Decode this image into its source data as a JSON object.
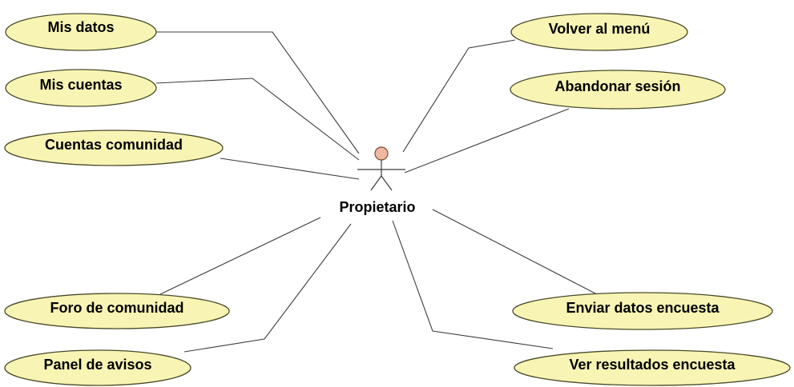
{
  "actor": {
    "label": "Propietario"
  },
  "use_cases": {
    "mis_datos": "Mis datos",
    "mis_cuentas": "Mis cuentas",
    "cuentas_comunidad": "Cuentas comunidad",
    "foro_comunidad": "Foro de comunidad",
    "panel_avisos": "Panel de avisos",
    "volver_menu": "Volver al menú",
    "abandonar_sesion": "Abandonar sesión",
    "enviar_datos_encuesta": "Enviar datos encuesta",
    "ver_resultados_encuesta": "Ver resultados encuesta"
  },
  "colors": {
    "usecase_fill": "#f8f5b4",
    "actor_head": "#f0b8a0"
  }
}
